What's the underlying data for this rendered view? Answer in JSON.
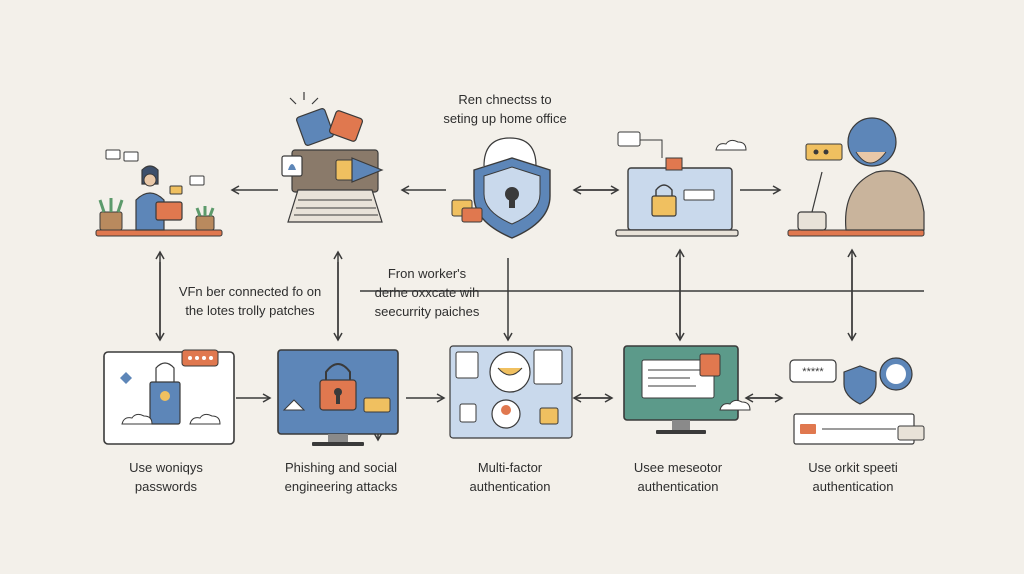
{
  "top_caption": {
    "line1": "Ren chnectss to",
    "line2": "seting up home office"
  },
  "mid_caption_left": {
    "line1": "VFn ber connected fo on",
    "line2": "the lotes trolly patches"
  },
  "mid_caption_center": {
    "line1": "Fron worker's",
    "line2": "derhe oxxcate wih",
    "line3": "seecurrity paiches"
  },
  "bottom_labels": [
    {
      "line1": "Use woniqys",
      "line2": "passwords"
    },
    {
      "line1": "Phishing and social",
      "line2": "engineering attacks"
    },
    {
      "line1": "Multi-factor",
      "line2": "authentication"
    },
    {
      "line1": "Usee meseotor",
      "line2": "authentication"
    },
    {
      "line1": "Use orkit speeti",
      "line2": "authentication"
    }
  ],
  "bubble_text": "*****",
  "colors": {
    "blue": "#5d86b8",
    "lightblue": "#c9d9ec",
    "orange": "#e0784f",
    "yellow": "#f0c060",
    "line": "#3a3a3a",
    "bg": "#f3f0ea",
    "green": "#5c9a6b"
  }
}
